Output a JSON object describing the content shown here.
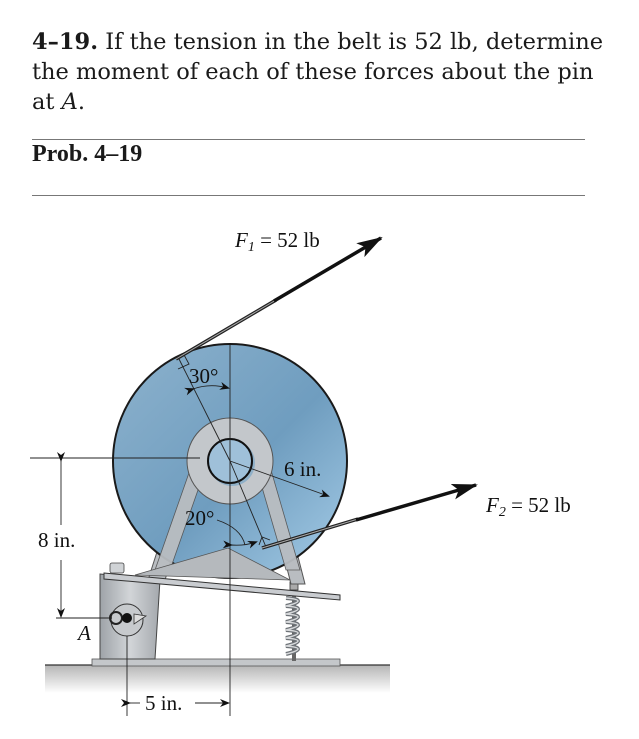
{
  "problem": {
    "number": "4–19.",
    "text_before_var": " If the tension in the belt is 52 lb, determine the moment of each of these forces about the pin at ",
    "var": "A",
    "text_after_var": "."
  },
  "caption": "Prob. 4–19",
  "figure": {
    "forces": [
      {
        "symbol": "F",
        "subscript": "1",
        "equals_value": " = 52 lb",
        "magnitude_lb": 52
      },
      {
        "symbol": "F",
        "subscript": "2",
        "equals_value": " = 52 lb",
        "magnitude_lb": 52
      }
    ],
    "angles": {
      "top": "30°",
      "bottom": "20°"
    },
    "dimensions": {
      "radius": "6 in.",
      "height": "8 in.",
      "horizontal": "5 in."
    },
    "point_label": "A",
    "colors": {
      "disc": "#7fa8c6",
      "disc_light": "#a9cbe3",
      "frame": "#b8bcc0",
      "frame_dark": "#8a8f94",
      "ground_shadow": "#c8c8c8"
    }
  }
}
